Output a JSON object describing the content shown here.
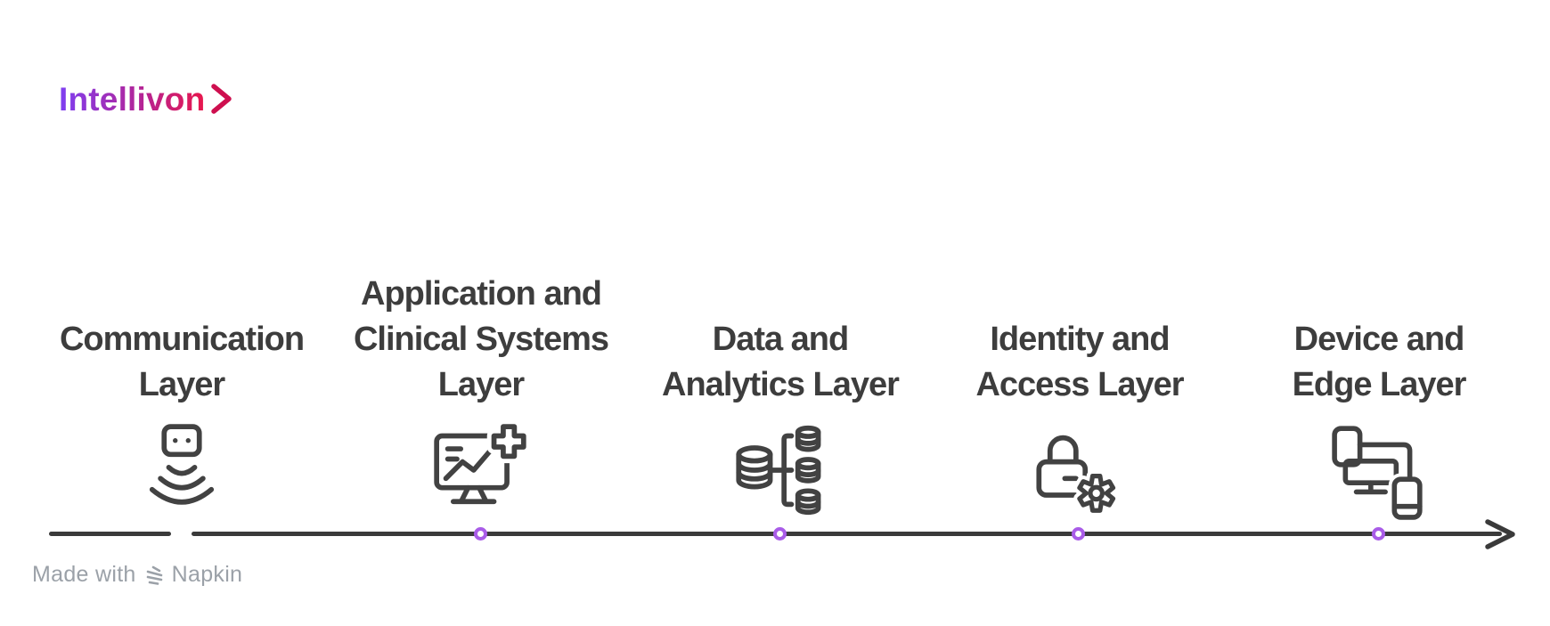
{
  "logo": {
    "text": "Intellivon",
    "chevron_icon": "chevron-right-icon"
  },
  "layers": [
    {
      "label": "Communication Layer",
      "lines": [
        "Communication",
        "Layer",
        ""
      ],
      "icon": "broadcast-signal-icon",
      "has_timeline_node": false
    },
    {
      "label": "Application and Clinical Systems Layer",
      "lines": [
        "Application and",
        "Clinical Systems",
        "Layer"
      ],
      "icon": "clinical-monitor-chart-icon",
      "has_timeline_node": true
    },
    {
      "label": "Data and Analytics Layer",
      "lines": [
        "Data and",
        "Analytics Layer",
        ""
      ],
      "icon": "database-tree-icon",
      "has_timeline_node": true
    },
    {
      "label": "Identity and Access Layer",
      "lines": [
        "Identity and",
        "Access Layer",
        ""
      ],
      "icon": "lock-gear-icon",
      "has_timeline_node": true
    },
    {
      "label": "Device and Edge Layer",
      "lines": [
        "Device and",
        "Edge Layer",
        ""
      ],
      "icon": "connected-devices-icon",
      "has_timeline_node": true
    }
  ],
  "timeline": {
    "direction": "left-to-right-arrow",
    "node_count": 4
  },
  "watermark": {
    "prefix": "Made with",
    "brand": "Napkin",
    "glyph": "napkin-logo-icon"
  },
  "colors": {
    "label_color": "#3d3d3d",
    "icon_color": "#424242",
    "line_color": "#3a3a3a",
    "node_color": "#a95ce8",
    "watermark_color": "#9ba1a8",
    "logo_grad_start": "#7e3ff2",
    "logo_grad_mid": "#b32598",
    "logo_grad_end": "#e8174c",
    "logo_chevron_color": "#ce0f4f"
  }
}
